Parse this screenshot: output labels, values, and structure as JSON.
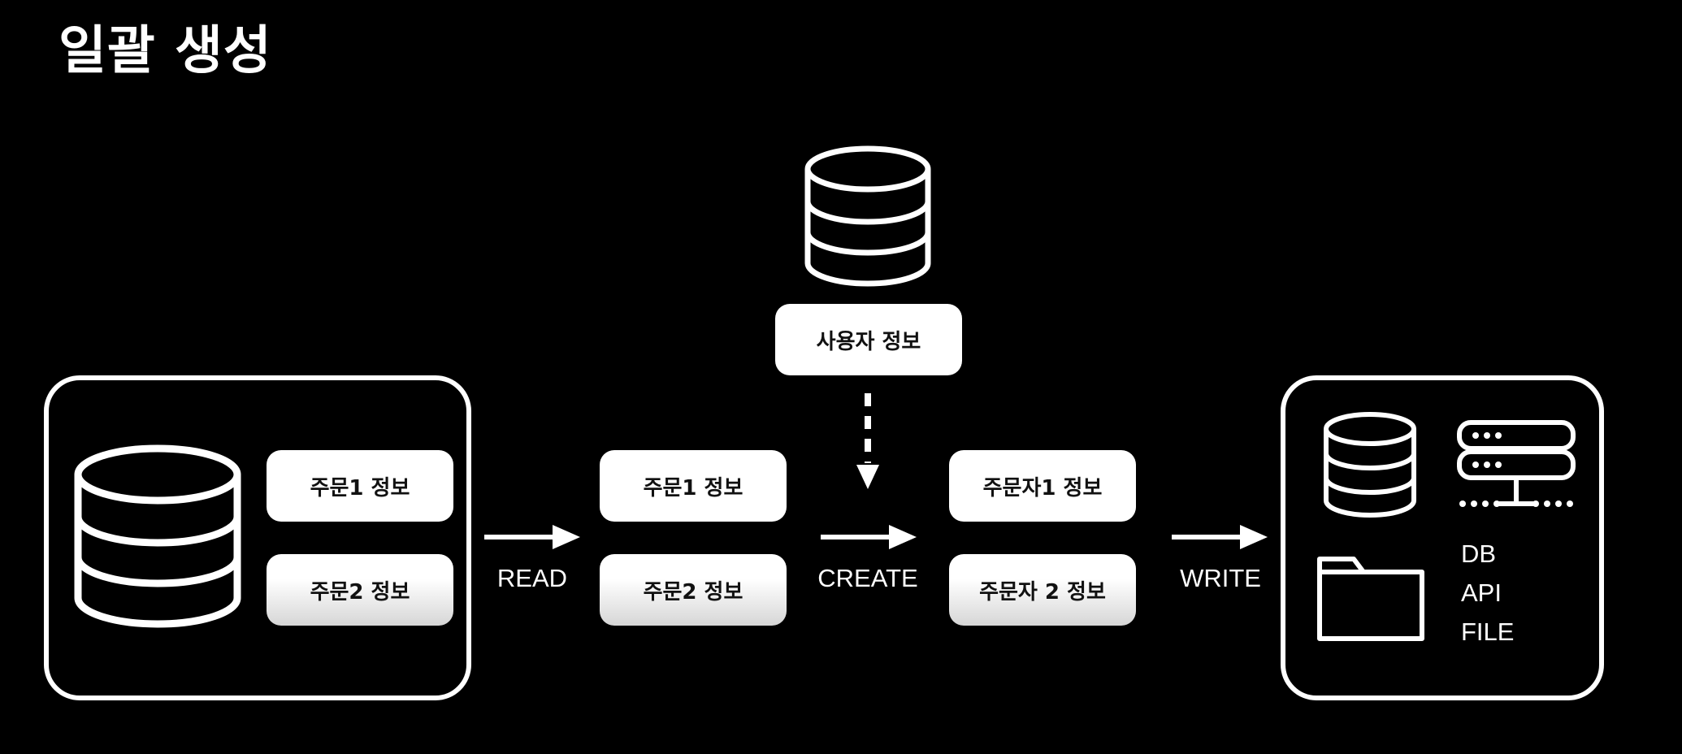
{
  "title": "일괄 생성",
  "source": {
    "icon": "database-icon",
    "items": [
      "주문1 정보",
      "주문2 정보"
    ]
  },
  "steps": {
    "read": "READ",
    "create": "CREATE",
    "write": "WRITE"
  },
  "read_items": [
    "주문1 정보",
    "주문2 정보"
  ],
  "user_info": {
    "icon": "database-icon",
    "label": "사용자 정보"
  },
  "created_items": [
    "주문자1 정보",
    "주문자 2 정보"
  ],
  "targets": {
    "icons": [
      "database-icon",
      "server-icon",
      "folder-icon"
    ],
    "labels": [
      "DB",
      "API",
      "FILE"
    ]
  },
  "colors": {
    "background": "#000000",
    "foreground": "#ffffff",
    "pill_text": "#111111"
  }
}
